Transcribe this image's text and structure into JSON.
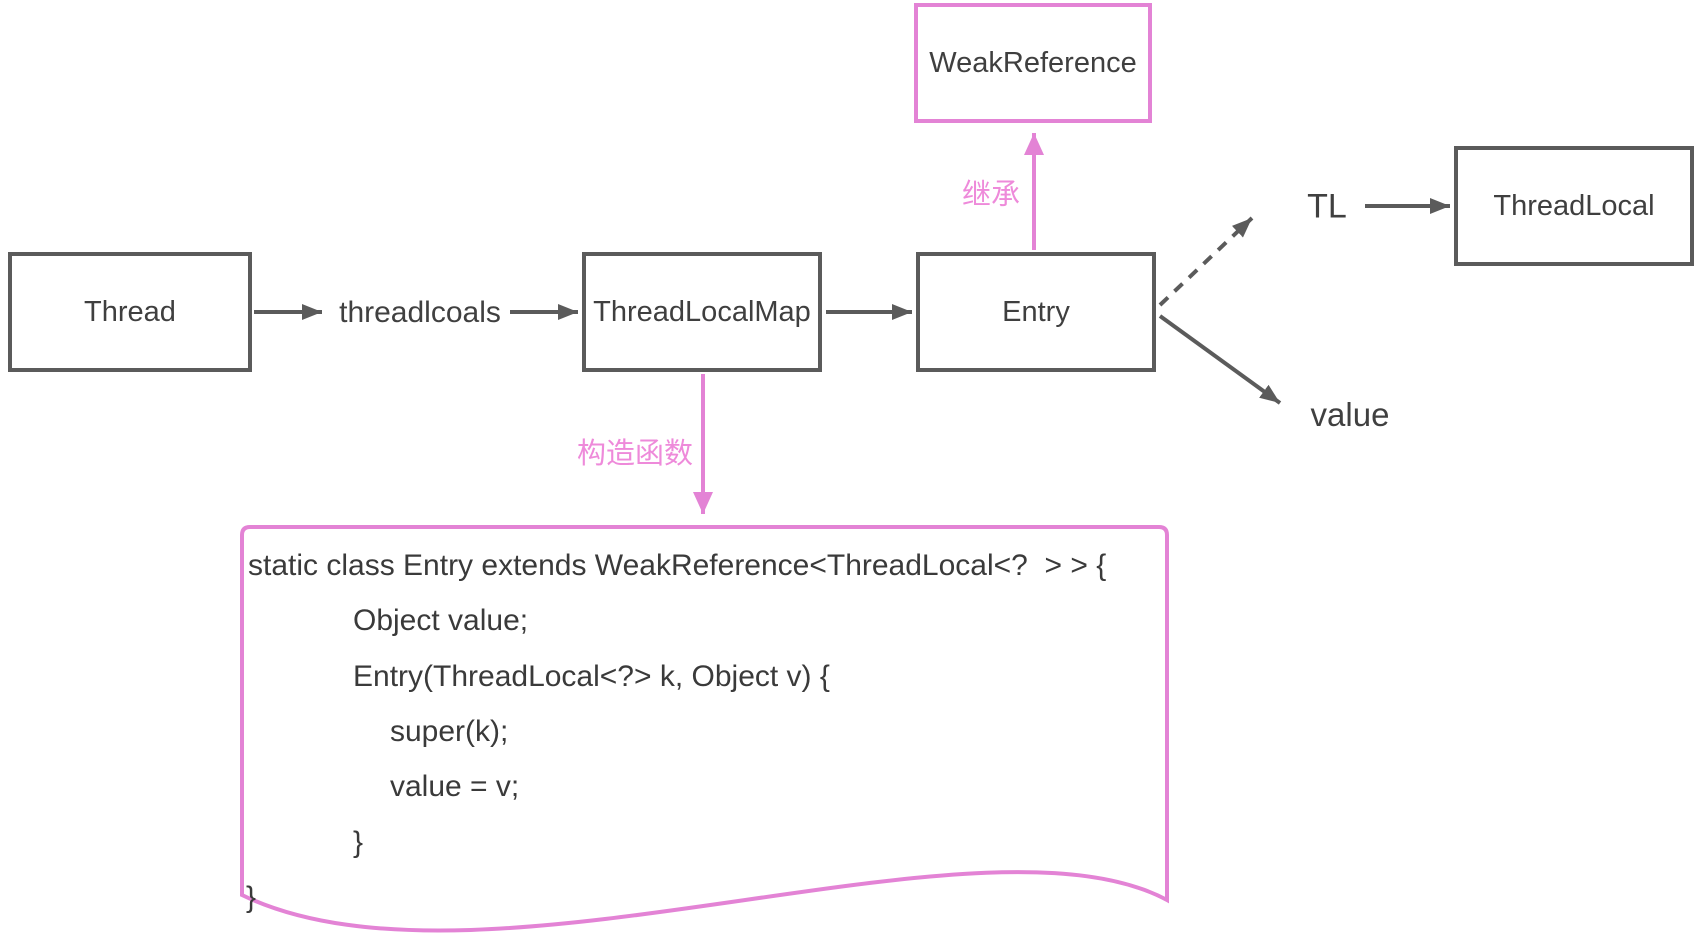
{
  "diagram": {
    "nodes": {
      "thread": "Thread",
      "threadlocalmap": "ThreadLocalMap",
      "entry": "Entry",
      "weakreference": "WeakReference",
      "threadlocal": "ThreadLocal"
    },
    "edge_labels": {
      "threadlcoals": "threadlcoals",
      "tl": "TL",
      "value": "value",
      "inherit": "继承",
      "constructor": "构造函数"
    },
    "code": {
      "lines": [
        {
          "text": "static class Entry extends WeakReference<ThreadLocal<?  > > {"
        },
        {
          "text": "Object value;"
        },
        {
          "text": "Entry(ThreadLocal<?> k, Object v) {"
        },
        {
          "text": "super(k);"
        },
        {
          "text": "value = v;"
        },
        {
          "text": "}"
        },
        {
          "text": "}"
        }
      ]
    },
    "colors": {
      "stroke_gray": "#5b5b5b",
      "pink_stroke": "#e383d5",
      "pink_text": "#ee8ada",
      "code_text": "#3a3a3a"
    }
  }
}
